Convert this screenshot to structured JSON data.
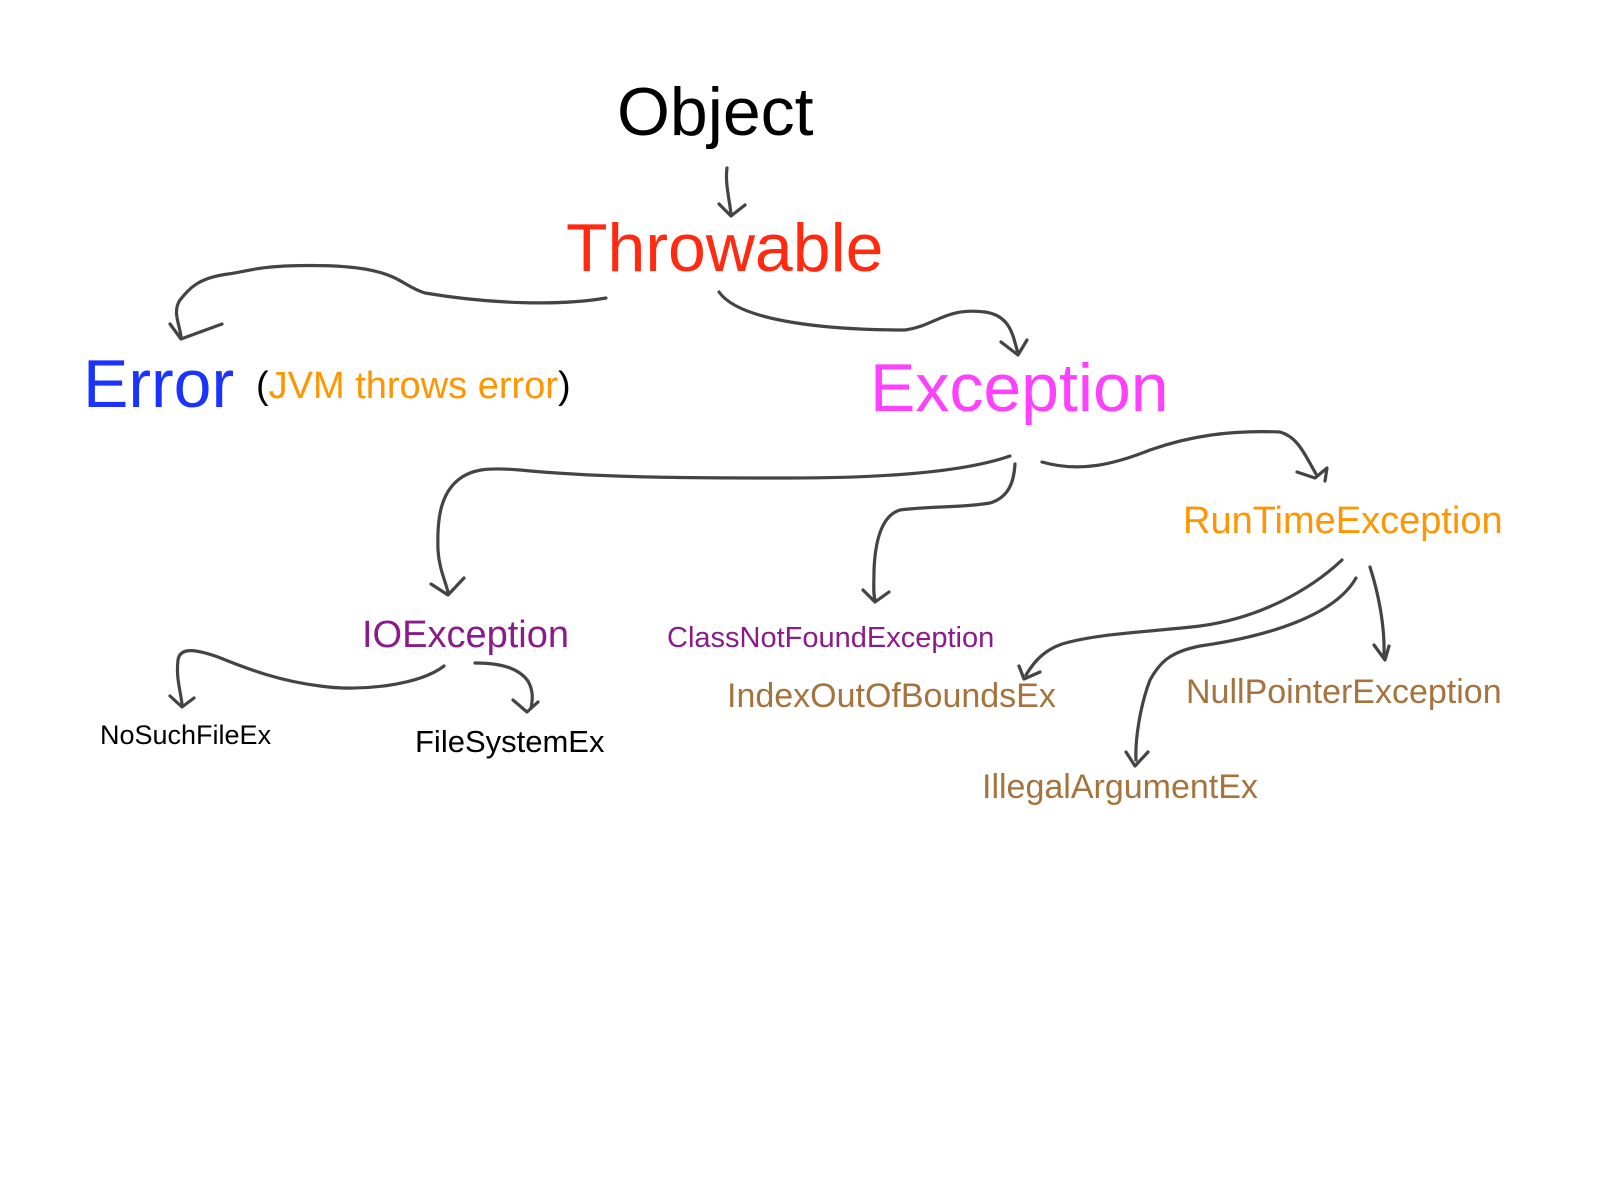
{
  "diagram": {
    "nodes": {
      "object": {
        "label": "Object",
        "color": "#000000"
      },
      "throwable": {
        "label": "Throwable",
        "color": "#ff2a10"
      },
      "error": {
        "label": "Error",
        "color": "#1a33ff"
      },
      "error_note": {
        "open_paren": "(",
        "text": "JVM throws error",
        "close_paren": ")",
        "text_color": "#ff9500"
      },
      "exception": {
        "label": "Exception",
        "color": "#ff40ff"
      },
      "runtime_exception": {
        "label": "RunTimeException",
        "color": "#ff9500"
      },
      "io_exception": {
        "label": "IOException",
        "color": "#8b1a8b"
      },
      "class_not_found": {
        "label": "ClassNotFoundException",
        "color": "#8b1a8b"
      },
      "index_out_of_bounds": {
        "label": "IndexOutOfBoundsEx",
        "color": "#a5743e"
      },
      "null_pointer": {
        "label": "NullPointerException",
        "color": "#a5743e"
      },
      "illegal_argument": {
        "label": "IllegalArgumentEx",
        "color": "#a5743e"
      },
      "no_such_file": {
        "label": "NoSuchFileEx",
        "color": "#000000"
      },
      "file_system": {
        "label": "FileSystemEx",
        "color": "#000000"
      }
    },
    "edges": [
      {
        "from": "object",
        "to": "throwable"
      },
      {
        "from": "throwable",
        "to": "error"
      },
      {
        "from": "throwable",
        "to": "exception"
      },
      {
        "from": "exception",
        "to": "io_exception"
      },
      {
        "from": "exception",
        "to": "class_not_found"
      },
      {
        "from": "exception",
        "to": "runtime_exception"
      },
      {
        "from": "runtime_exception",
        "to": "index_out_of_bounds"
      },
      {
        "from": "runtime_exception",
        "to": "illegal_argument"
      },
      {
        "from": "runtime_exception",
        "to": "null_pointer"
      },
      {
        "from": "io_exception",
        "to": "no_such_file"
      },
      {
        "from": "io_exception",
        "to": "file_system"
      }
    ],
    "arrow_color": "#444444"
  }
}
